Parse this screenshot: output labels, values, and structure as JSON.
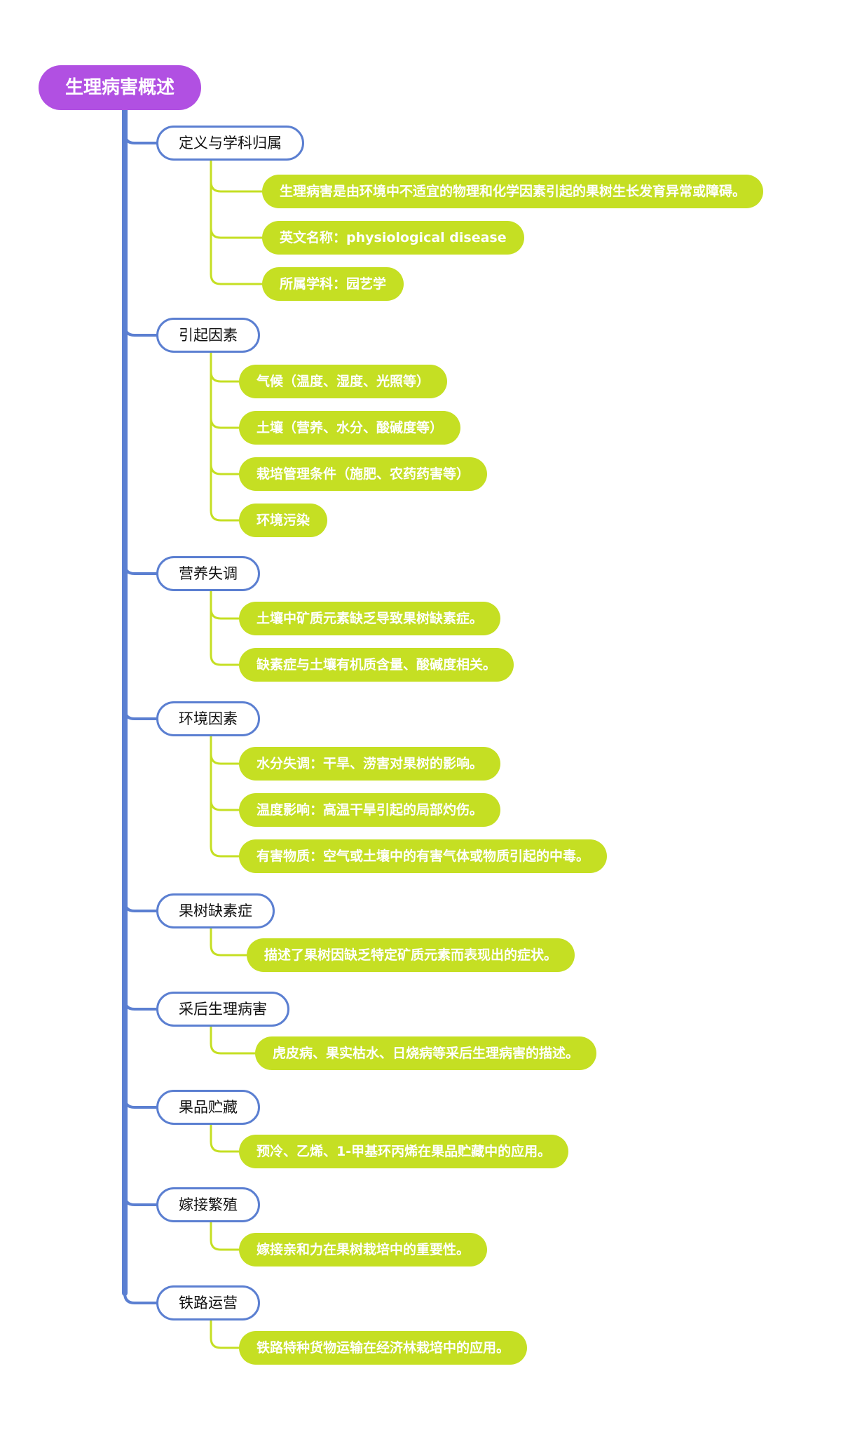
{
  "root": {
    "label": "生理病害概述"
  },
  "colors": {
    "root_fill": "#b150e2",
    "trunk_line": "#5b7fd1",
    "topic_border": "#5b7fd1",
    "leaf_fill": "#c5df23",
    "leaf_line": "#c5df23"
  },
  "branches": [
    {
      "label": "定义与学科归属",
      "leaves": [
        "生理病害是由环境中不适宜的物理和化学因素引起的果树生长发育异常或障碍。",
        "英文名称：physiological disease",
        "所属学科：园艺学"
      ]
    },
    {
      "label": "引起因素",
      "leaves": [
        "气候（温度、湿度、光照等）",
        "土壤（营养、水分、酸碱度等）",
        "栽培管理条件（施肥、农药药害等）",
        "环境污染"
      ]
    },
    {
      "label": "营养失调",
      "leaves": [
        "土壤中矿质元素缺乏导致果树缺素症。",
        "缺素症与土壤有机质含量、酸碱度相关。"
      ]
    },
    {
      "label": "环境因素",
      "leaves": [
        "水分失调：干旱、涝害对果树的影响。",
        "温度影响：高温干旱引起的局部灼伤。",
        "有害物质：空气或土壤中的有害气体或物质引起的中毒。"
      ]
    },
    {
      "label": "果树缺素症",
      "leaves": [
        "描述了果树因缺乏特定矿质元素而表现出的症状。"
      ]
    },
    {
      "label": "采后生理病害",
      "leaves": [
        "虎皮病、果实枯水、日烧病等采后生理病害的描述。"
      ]
    },
    {
      "label": "果品贮藏",
      "leaves": [
        "预冷、乙烯、1-甲基环丙烯在果品贮藏中的应用。"
      ]
    },
    {
      "label": "嫁接繁殖",
      "leaves": [
        "嫁接亲和力在果树栽培中的重要性。"
      ]
    },
    {
      "label": "铁路运营",
      "leaves": [
        "铁路特种货物运输在经济林栽培中的应用。"
      ]
    }
  ]
}
